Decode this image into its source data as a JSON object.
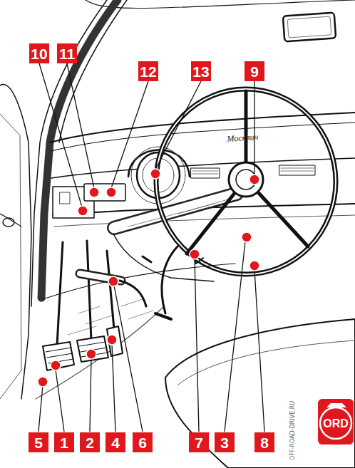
{
  "diagram": {
    "labels": [
      "10",
      "11",
      "12",
      "13",
      "9",
      "5",
      "1",
      "2",
      "4",
      "6",
      "7",
      "3",
      "8",
      "Москвич",
      "OFF-ROAD-DRIVE.RU",
      "ORD"
    ]
  }
}
